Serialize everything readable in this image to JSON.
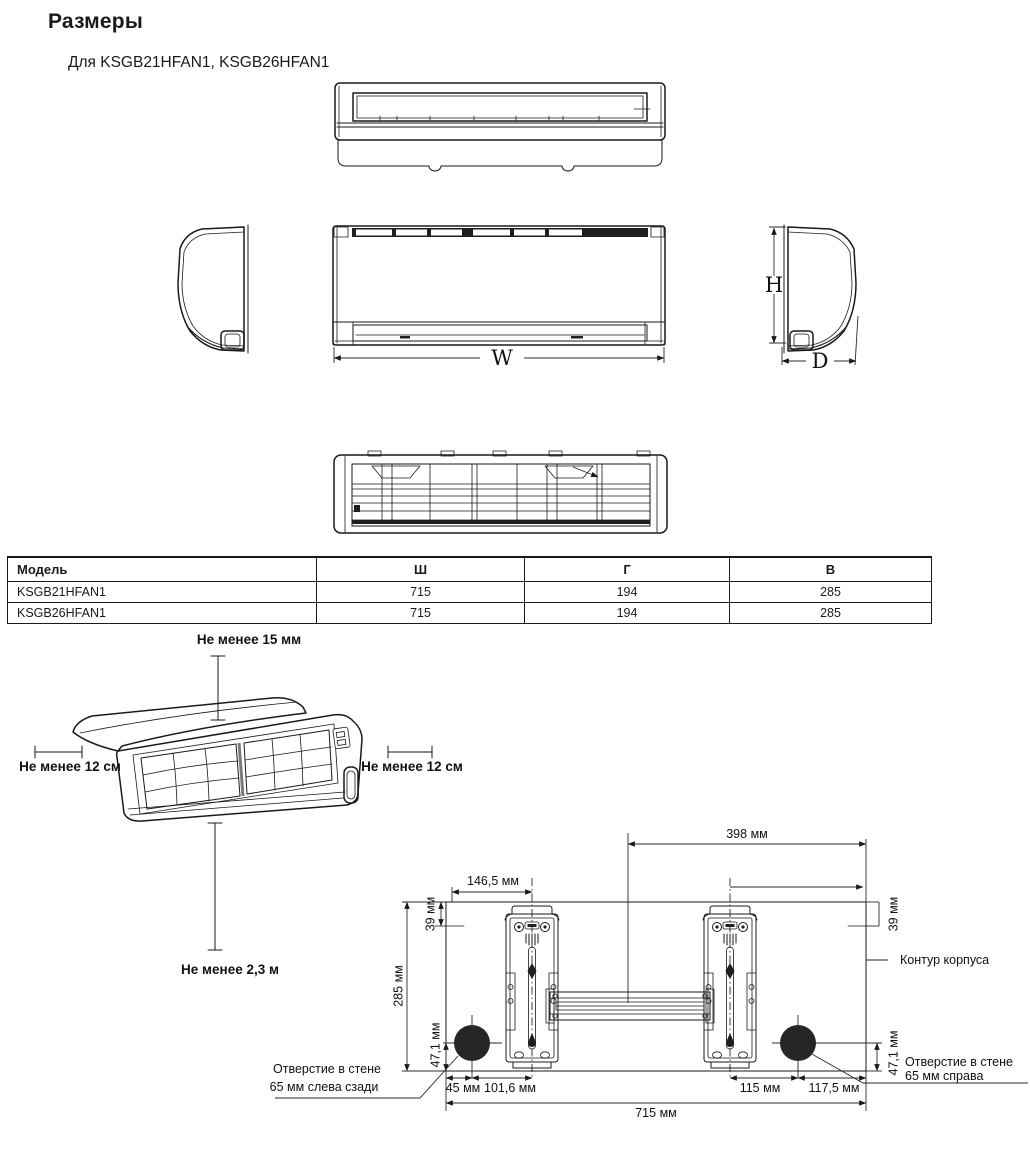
{
  "page": {
    "title": "Размеры",
    "subtitle": "Для KSGB21HFAN1, KSGB26HFAN1"
  },
  "drawings": {
    "width_label": "W",
    "height_label": "H",
    "depth_label": "D"
  },
  "table": {
    "headers": [
      "Модель",
      "Ш",
      "Г",
      "В"
    ],
    "rows": [
      [
        "KSGB21HFAN1",
        "715",
        "194",
        "285"
      ],
      [
        "KSGB26HFAN1",
        "715",
        "194",
        "285"
      ]
    ]
  },
  "clearances": {
    "top": "Не менее 15 мм",
    "left": "Не менее 12 см",
    "right": "Не менее 12 см",
    "bottom": "Не менее 2,3 м"
  },
  "mounting": {
    "dim_398": "398 мм",
    "dim_146_5": "146,5 мм",
    "dim_39_left": "39 мм",
    "dim_39_right": "39 мм",
    "dim_285": "285 мм",
    "dim_47_1_left": "47,1 мм",
    "dim_47_1_right": "47,1 мм",
    "dim_45": "45 мм",
    "dim_101_6": "101,6 мм",
    "dim_115": "115 мм",
    "dim_117_5": "117,5 мм",
    "dim_715": "715 мм",
    "body_outline_label": "Контур корпуса",
    "hole_left_line1": "Отверстие в стене",
    "hole_left_line2": "65 мм слева сзади",
    "hole_right_line1": "Отверстие в стене",
    "hole_right_line2": "65 мм справа"
  },
  "colors": {
    "ink": "#1a1a1a",
    "background": "#ffffff",
    "wall_hole_fill": "#262626"
  }
}
